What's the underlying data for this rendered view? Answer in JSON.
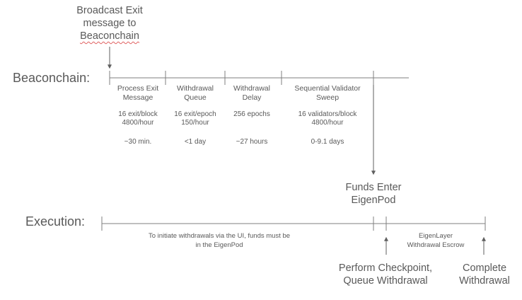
{
  "top_note": {
    "line1": "Broadcast Exit",
    "line2": "message to",
    "line3": "Beaconchain"
  },
  "labels": {
    "beaconchain": "Beaconchain:",
    "execution": "Execution:"
  },
  "phases": [
    {
      "title1": "Process Exit",
      "title2": "Message",
      "rate1": "16 exit/block",
      "rate2": "4800/hour",
      "duration": "~30 min."
    },
    {
      "title1": "Withdrawal",
      "title2": "Queue",
      "rate1": "16 exit/epoch",
      "rate2": "150/hour",
      "duration": "<1 day"
    },
    {
      "title1": "Withdrawal",
      "title2": "Delay",
      "rate1": "256 epochs",
      "rate2": "",
      "duration": "~27 hours"
    },
    {
      "title1": "Sequential Validator",
      "title2": "Sweep",
      "rate1": "16 validators/block",
      "rate2": "4800/hour",
      "duration": "0-9.1 days"
    }
  ],
  "funds": {
    "line1": "Funds Enter",
    "line2": "EigenPod"
  },
  "execution": {
    "note_line1": "To initiate withdrawals via the UI, funds must be",
    "note_line2": "in the EigenPod",
    "escrow_line1": "EigenLayer",
    "escrow_line2": "Withdrawal Escrow"
  },
  "actions": {
    "checkpoint_line1": "Perform Checkpoint,",
    "checkpoint_line2": "Queue Withdrawal",
    "complete_line1": "Complete",
    "complete_line2": "Withdrawal"
  },
  "colors": {
    "line": "#7f7f7f",
    "text": "#595959",
    "spellcheck": "#e06060"
  }
}
